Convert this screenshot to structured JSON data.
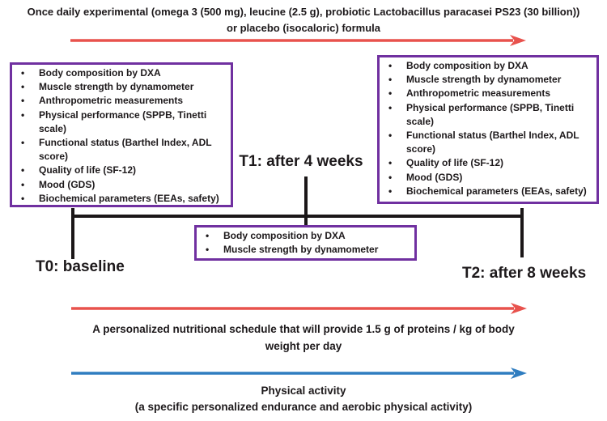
{
  "title": {
    "line1": "Once daily experimental (omega 3 (500 mg), leucine (2.5 g), probiotic Lactobacillus paracasei PS23 (30 billion))",
    "line2": "or placebo (isocaloric) formula"
  },
  "assessments": {
    "full": [
      "Body composition by DXA",
      "Muscle strength by dynamometer",
      "Anthropometric measurements",
      "Physical performance (SPPB, Tinetti\nscale)",
      "Functional status (Barthel Index, ADL\nscore)",
      "Quality of life (SF-12)",
      "Mood (GDS)",
      "Biochemical parameters (EEAs, safety)"
    ],
    "midpoint": [
      "Body composition by DXA",
      "Muscle strength by dynamometer"
    ]
  },
  "timepoints": {
    "t0": "T0: baseline",
    "t1": "T1: after 4 weeks",
    "t2": "T2: after 8 weeks"
  },
  "nutrition": {
    "line1": "A personalized nutritional schedule that will provide 1.5 g of proteins / kg of body",
    "line2": "weight per day"
  },
  "physical_activity": {
    "line1": "Physical activity",
    "line2": "(a specific personalized endurance and aerobic physical activity)"
  },
  "colors": {
    "supplement_arrow_red": "#E8524D",
    "nutrition_arrow_red": "#E8524D",
    "physical_arrow_blue": "#2F7DC0",
    "box_border_purple": "#7030A0",
    "text_black": "#1D191B"
  }
}
